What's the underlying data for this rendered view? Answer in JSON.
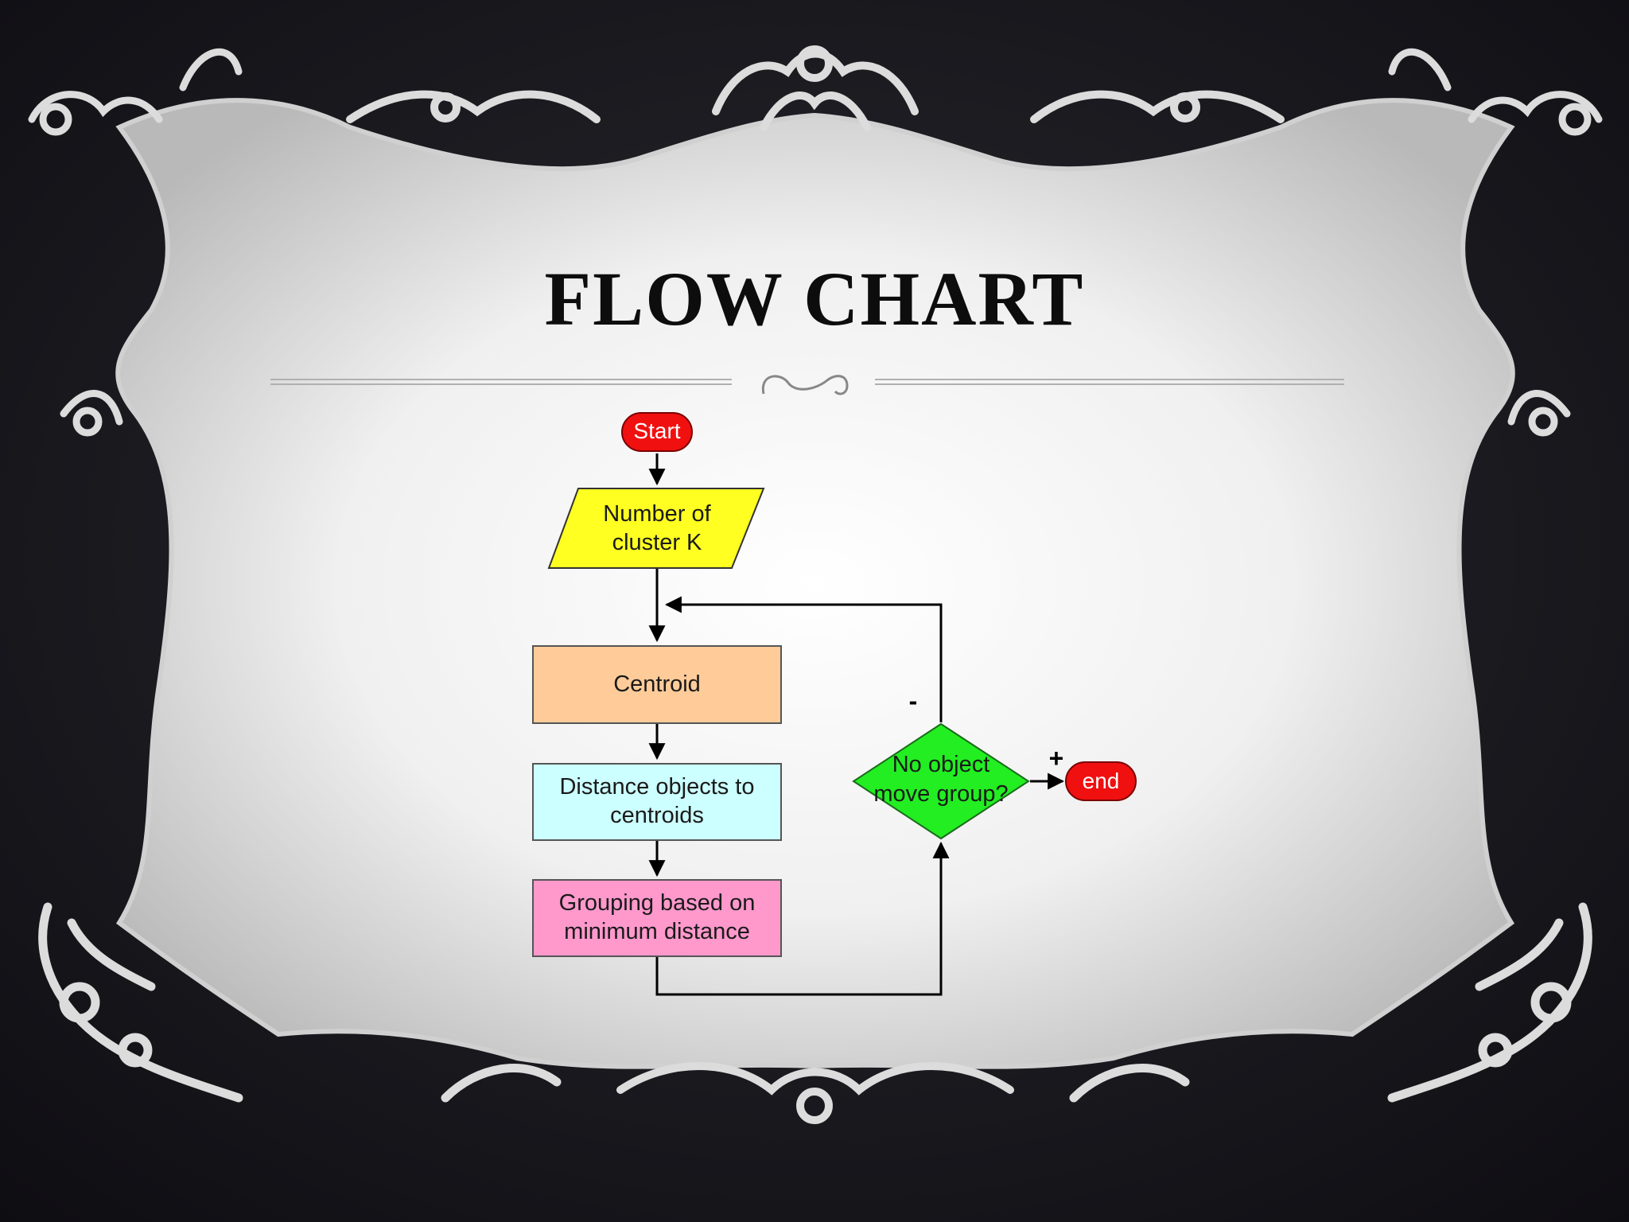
{
  "slide": {
    "title": "FLOW CHART"
  },
  "flowchart": {
    "start": "Start",
    "input_line1": "Number of",
    "input_line2": "cluster K",
    "centroid": "Centroid",
    "distance_line1": "Distance objects to",
    "distance_line2": "centroids",
    "grouping_line1": "Grouping based on",
    "grouping_line2": "minimum distance",
    "decision_line1": "No object",
    "decision_line2": "move group?",
    "end": "end",
    "yes_sign": "+",
    "no_sign": "-"
  },
  "colors": {
    "start_end": "#f01010",
    "input": "#ffff22",
    "centroid": "#ffcc99",
    "distance": "#ccffff",
    "grouping": "#ff99cc",
    "decision": "#22ee22",
    "background": "#151419",
    "frame": "#e4e4e4"
  }
}
